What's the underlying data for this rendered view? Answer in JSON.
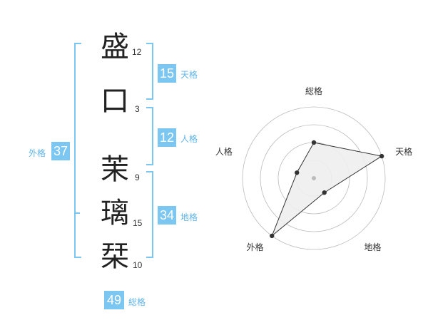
{
  "name_chars": [
    {
      "char": "盛",
      "strokes": "12"
    },
    {
      "char": "口",
      "strokes": "3"
    },
    {
      "char": "茉",
      "strokes": "9"
    },
    {
      "char": "璃",
      "strokes": "15"
    },
    {
      "char": "栞",
      "strokes": "10"
    }
  ],
  "fortunes": {
    "tenkaku": {
      "value": "15",
      "label": "天格"
    },
    "jinkaku": {
      "value": "12",
      "label": "人格"
    },
    "chikaku": {
      "value": "34",
      "label": "地格"
    },
    "gaikaku": {
      "value": "37",
      "label": "外格"
    },
    "soukaku": {
      "value": "49",
      "label": "総格"
    }
  },
  "chart_data": {
    "type": "radar",
    "axes": [
      "総格",
      "天格",
      "地格",
      "外格",
      "人格"
    ],
    "rings": 4,
    "values": [
      2,
      4,
      1,
      4,
      1
    ],
    "max": 4,
    "colors": {
      "ring": "#bbbbbb",
      "fill": "#eeeeee",
      "line": "#333333",
      "point": "#333333",
      "center": "#bbbbbb"
    }
  },
  "colors": {
    "accent": "#7cc6f2",
    "label": "#60b4e8"
  }
}
